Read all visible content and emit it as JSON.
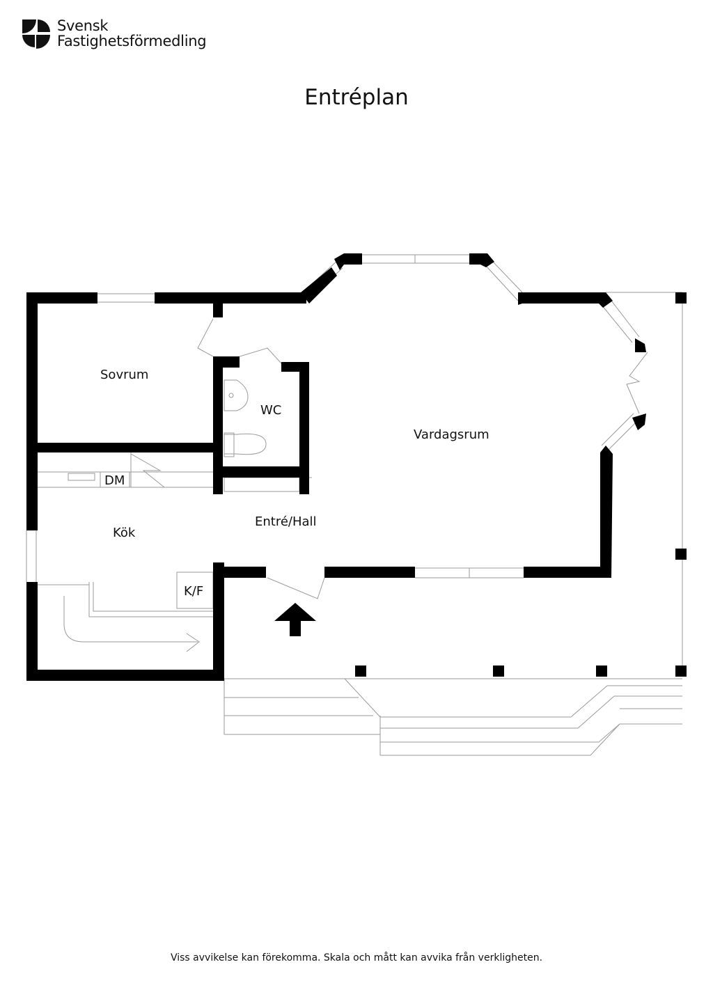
{
  "brand": {
    "line1": "Svensk",
    "line2": "Fastighetsförmedling",
    "icon": "sf-logo-icon"
  },
  "title": "Entréplan",
  "rooms": {
    "sovrum": "Sovrum",
    "wc": "WC",
    "vardagsrum": "Vardagsrum",
    "dm": "DM",
    "entre_hall": "Entré/Hall",
    "kok": "Kök",
    "kf": "K/F"
  },
  "footer": "Viss avvikelse kan förekomma. Skala och mått kan avvika från verkligheten.",
  "colors": {
    "wall": "#000000",
    "line": "#9a9a9a",
    "background": "#ffffff"
  }
}
